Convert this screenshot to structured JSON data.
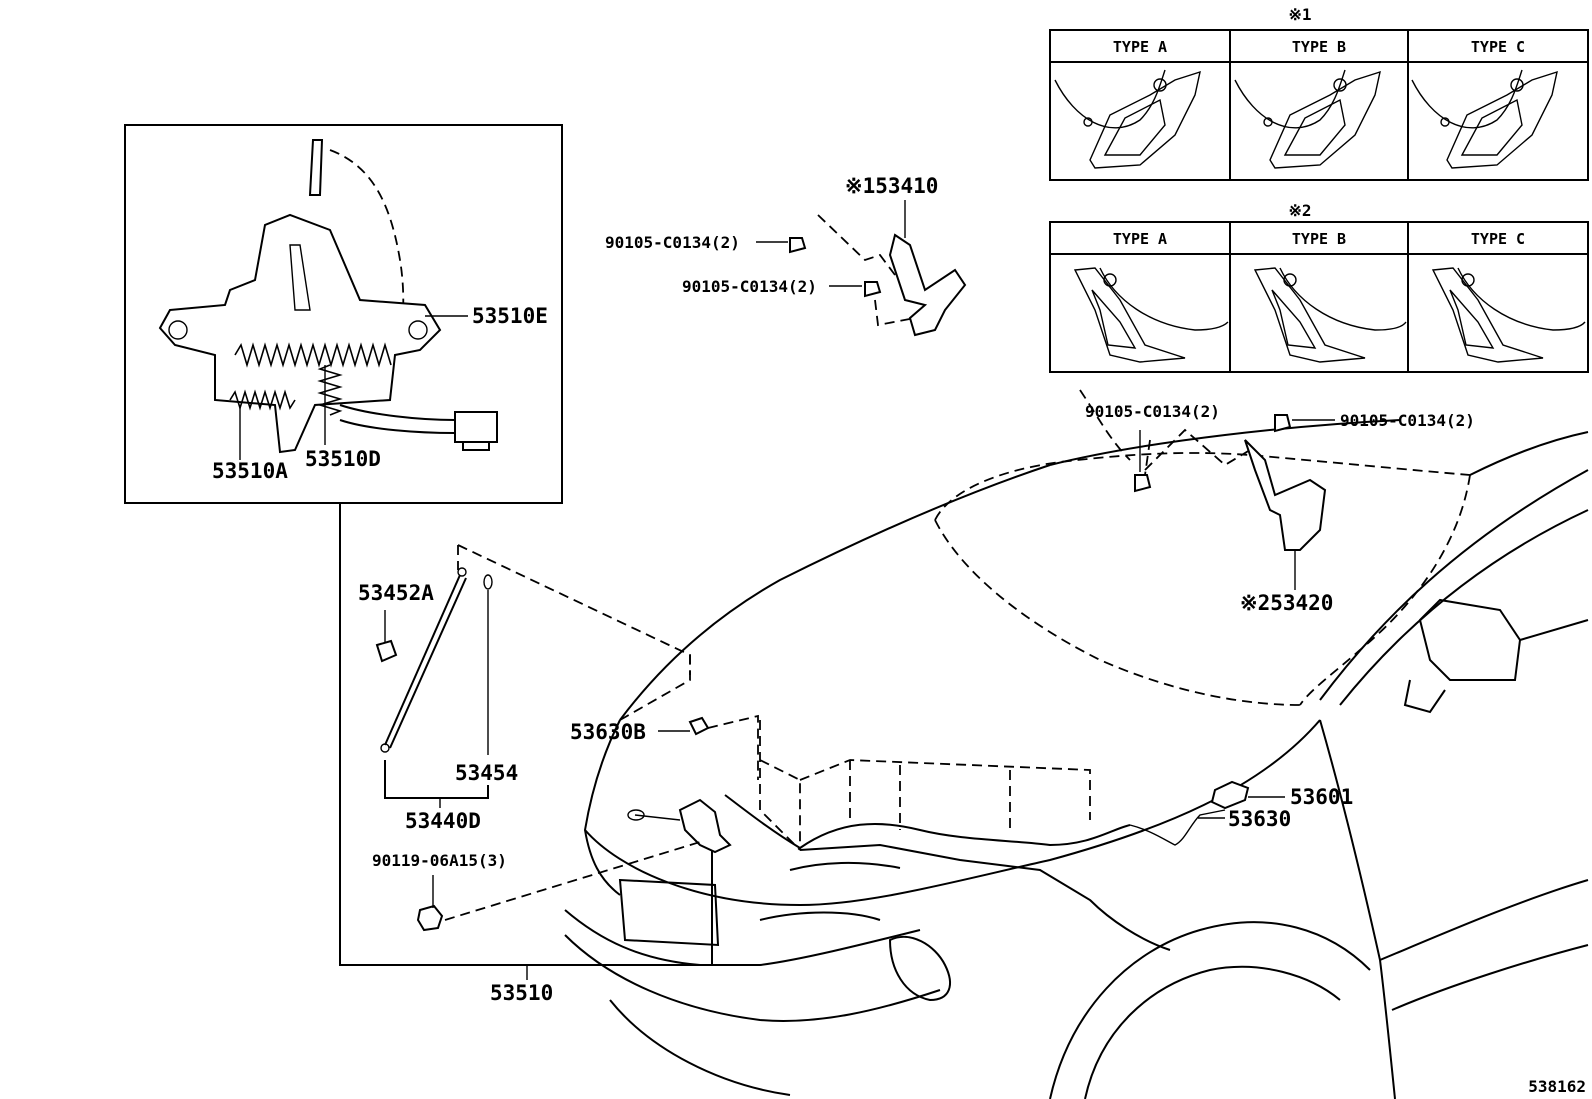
{
  "diagram": {
    "figure_number": "538162",
    "variant_tables": [
      {
        "marker": "※1",
        "types": [
          "TYPE A",
          "TYPE B",
          "TYPE C"
        ]
      },
      {
        "marker": "※2",
        "types": [
          "TYPE A",
          "TYPE B",
          "TYPE C"
        ]
      }
    ],
    "callouts": {
      "p53510E": "53510E",
      "p53510A": "53510A",
      "p53510D": "53510D",
      "p53410": "※153410",
      "p53420": "※253420",
      "bolt1": "90105-C0134(2)",
      "bolt2": "90105-C0134(2)",
      "bolt3": "90105-C0134(2)",
      "bolt4": "90105-C0134(2)",
      "p53452A": "53452A",
      "p53454": "53454",
      "p53440D": "53440D",
      "p90119": "90119-06A15(3)",
      "p53510": "53510",
      "p53630B": "53630B",
      "p53601": "53601",
      "p53630": "53630"
    }
  }
}
